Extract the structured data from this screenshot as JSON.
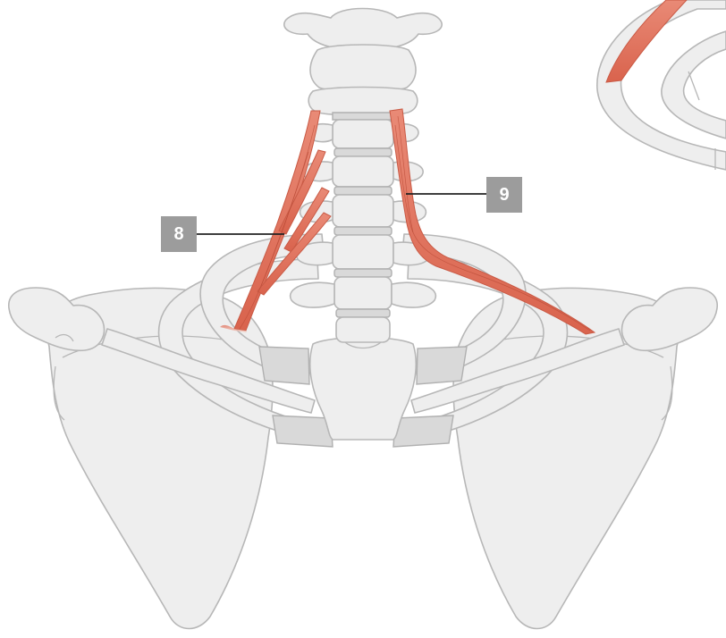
{
  "labels": [
    {
      "id": "label-8",
      "text": "8"
    },
    {
      "id": "label-9",
      "text": "9"
    }
  ],
  "colors": {
    "bone_fill": "#eeeeee",
    "bone_outline": "#b7b7b7",
    "muscle": "#e0735e",
    "label_box": "#9c9c9c",
    "leader_line": "#222222"
  }
}
